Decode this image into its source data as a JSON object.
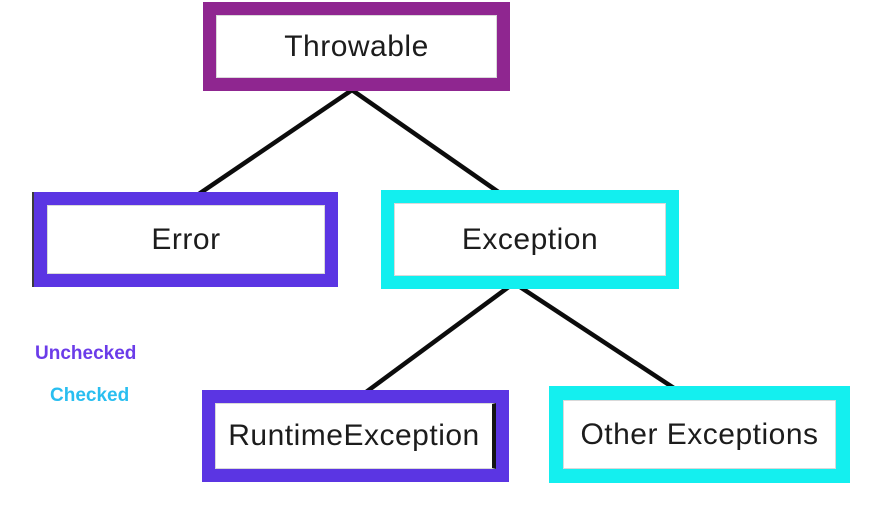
{
  "diagram": {
    "type": "tree",
    "nodes": {
      "throwable": {
        "label": "Throwable",
        "category": "root",
        "border_color": "#8f2690"
      },
      "error": {
        "label": "Error",
        "category": "unchecked",
        "border_color": "#5b35e3"
      },
      "exception": {
        "label": "Exception",
        "category": "checked",
        "border_color": "#12efef"
      },
      "runtime_exception": {
        "label": "RuntimeException",
        "category": "unchecked",
        "border_color": "#5b35e3"
      },
      "other_exceptions": {
        "label": "Other Exceptions",
        "category": "checked",
        "border_color": "#14efef"
      }
    },
    "edges": [
      {
        "from": "throwable",
        "to": "error"
      },
      {
        "from": "throwable",
        "to": "exception"
      },
      {
        "from": "exception",
        "to": "runtime_exception"
      },
      {
        "from": "exception",
        "to": "other_exceptions"
      }
    ],
    "legend": {
      "unchecked": {
        "label": "Unchecked",
        "color": "#6b3ce9"
      },
      "checked": {
        "label": "Checked",
        "color": "#29bef0"
      }
    },
    "edge_color": "#0c0c0c",
    "background_color": "#ffffff"
  }
}
